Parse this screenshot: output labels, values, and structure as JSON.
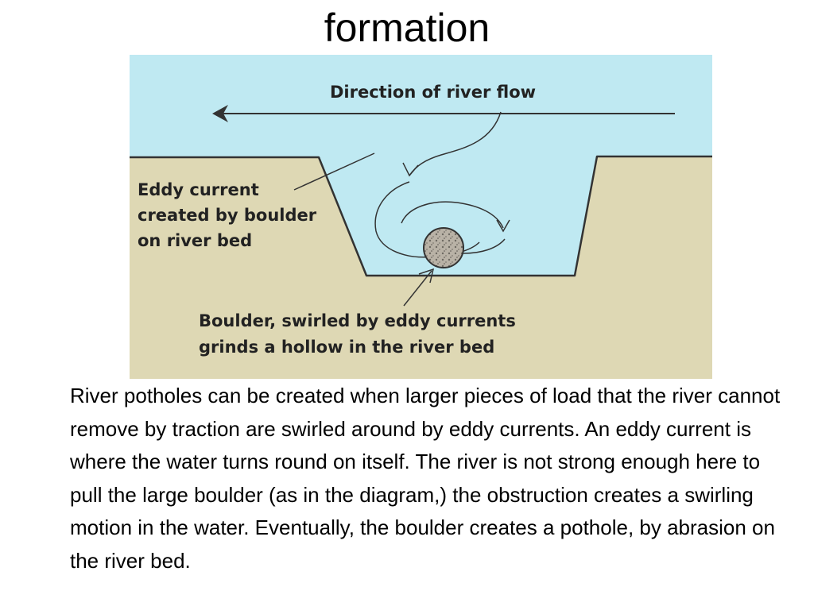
{
  "slide": {
    "title": "formation",
    "description": "River potholes can be created when larger pieces of load that the river cannot remove by traction are swirled around by eddy currents. An eddy current is where the water turns round on itself. The river is not strong enough here to pull the large boulder (as in the diagram,) the obstruction creates a swirling motion in the water. Eventually, the boulder creates a pothole, by abrasion on the river bed."
  },
  "diagram": {
    "flow_label": "Direction of river flow",
    "eddy_label": [
      "Eddy current",
      "created by boulder",
      "on river bed"
    ],
    "boulder_label": [
      "Boulder, swirled by eddy currents",
      "grinds a hollow in the river bed"
    ],
    "colors": {
      "water": "#bfe9f2",
      "riverbed": "#ded8b4",
      "line": "#333333",
      "boulder": "#b9b2a6"
    }
  }
}
